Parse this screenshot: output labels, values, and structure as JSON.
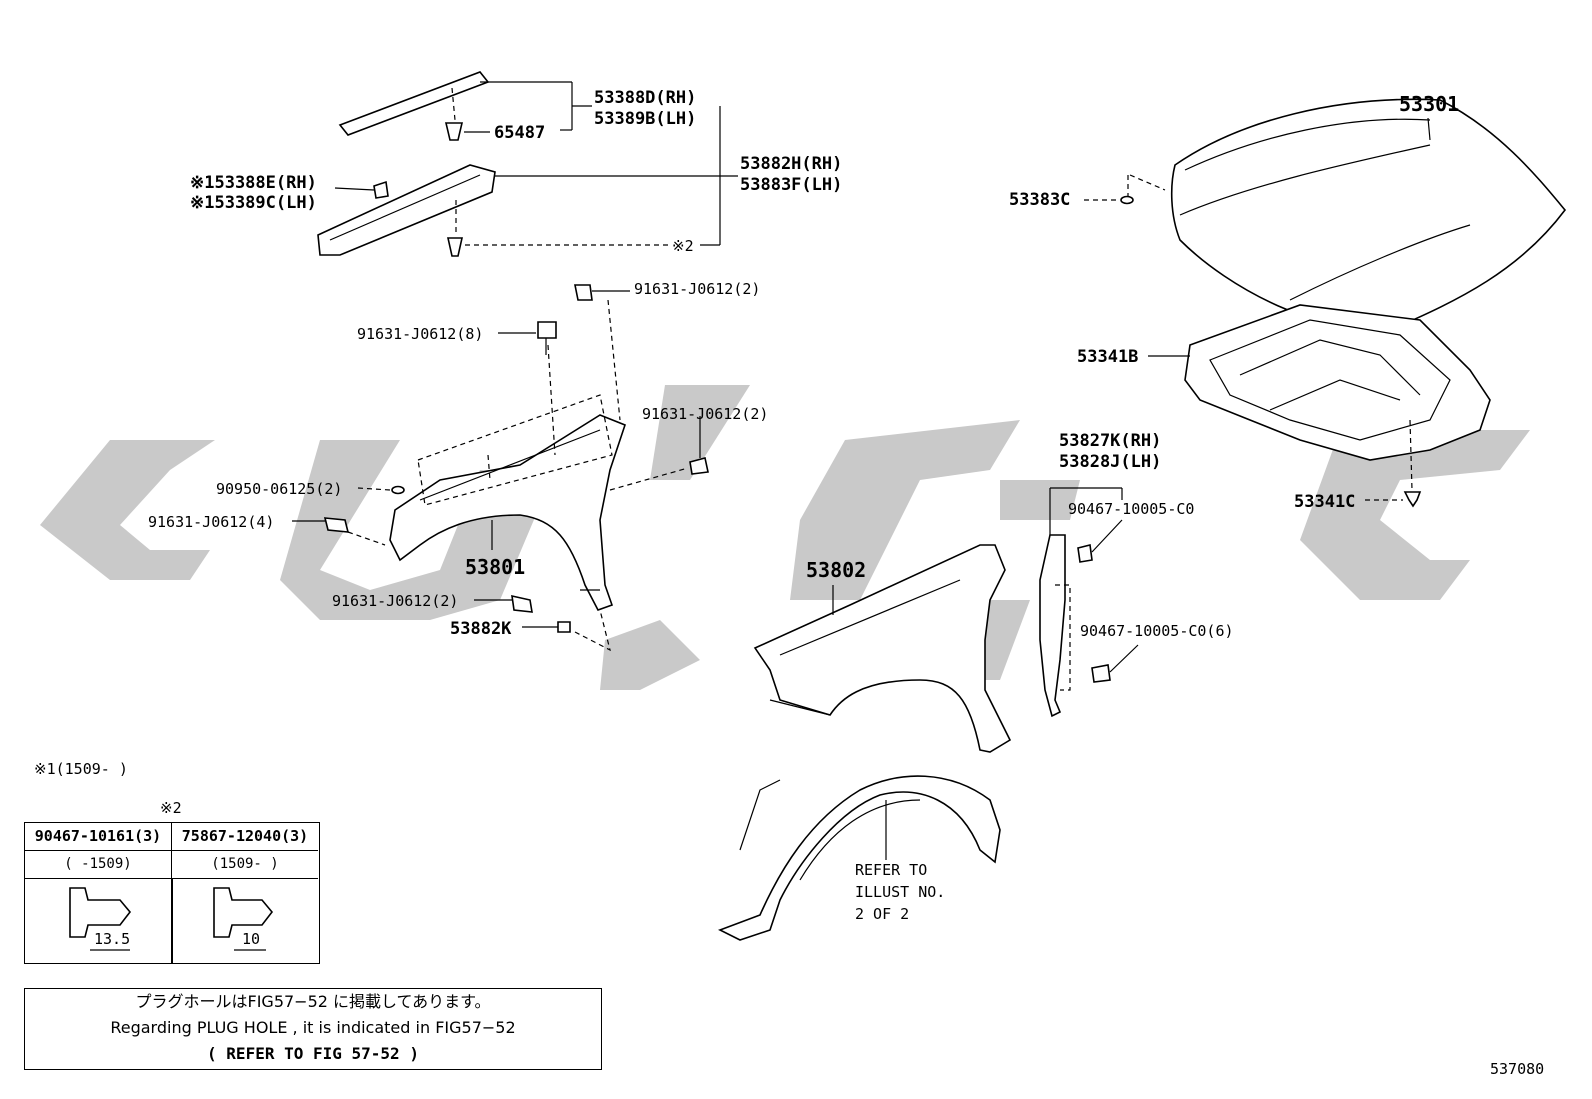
{
  "parts": {
    "hood": "53301",
    "hood_cushion": "53383C",
    "hood_insulator": "53341B",
    "insulator_clip": "53341C",
    "seal_rh": "53388D(RH)",
    "seal_lh": "53389B(LH)",
    "seal_clip": "65487",
    "seal_sub_rh": "※153388E(RH)",
    "seal_sub_lh": "※153389C(LH)",
    "fender_seal_rh": "53882H(RH)",
    "fender_seal_lh": "53883F(LH)",
    "note2_mark": "※2",
    "bolt_a": "91631-J0612(2)",
    "bolt_b": "91631-J0612(8)",
    "bolt_c": "91631-J0612(2)",
    "clip_a": "90950-06125(2)",
    "bolt_d": "91631-J0612(4)",
    "fender_rh": "53801",
    "bolt_e": "91631-J0612(2)",
    "fender_seal_k": "53882K",
    "fender_lh": "53802",
    "liner_rh": "53827K(RH)",
    "liner_lh": "53828J(LH)",
    "screw_a": "90467-10005-C0",
    "screw_b": "90467-10005-C0(6)"
  },
  "refer_note": [
    "REFER TO",
    "ILLUST NO.",
    "2 OF 2"
  ],
  "footnote1": "※1(1509-      )",
  "legend": {
    "mark": "※2",
    "col1_part": "90467-10161(3)",
    "col2_part": "75867-12040(3)",
    "col1_range": "(     -1509)",
    "col2_range": "(1509-      )",
    "col1_dim": "13.5",
    "col2_dim": "10"
  },
  "note_box": {
    "line1": "プラグホールはFIG57−52 に掲載してあります。",
    "line2": "Regarding  PLUG HOLE , it is indicated in FIG57−52",
    "line3": "(     REFER TO FIG 57-52     )"
  },
  "diagram_id": "537080"
}
